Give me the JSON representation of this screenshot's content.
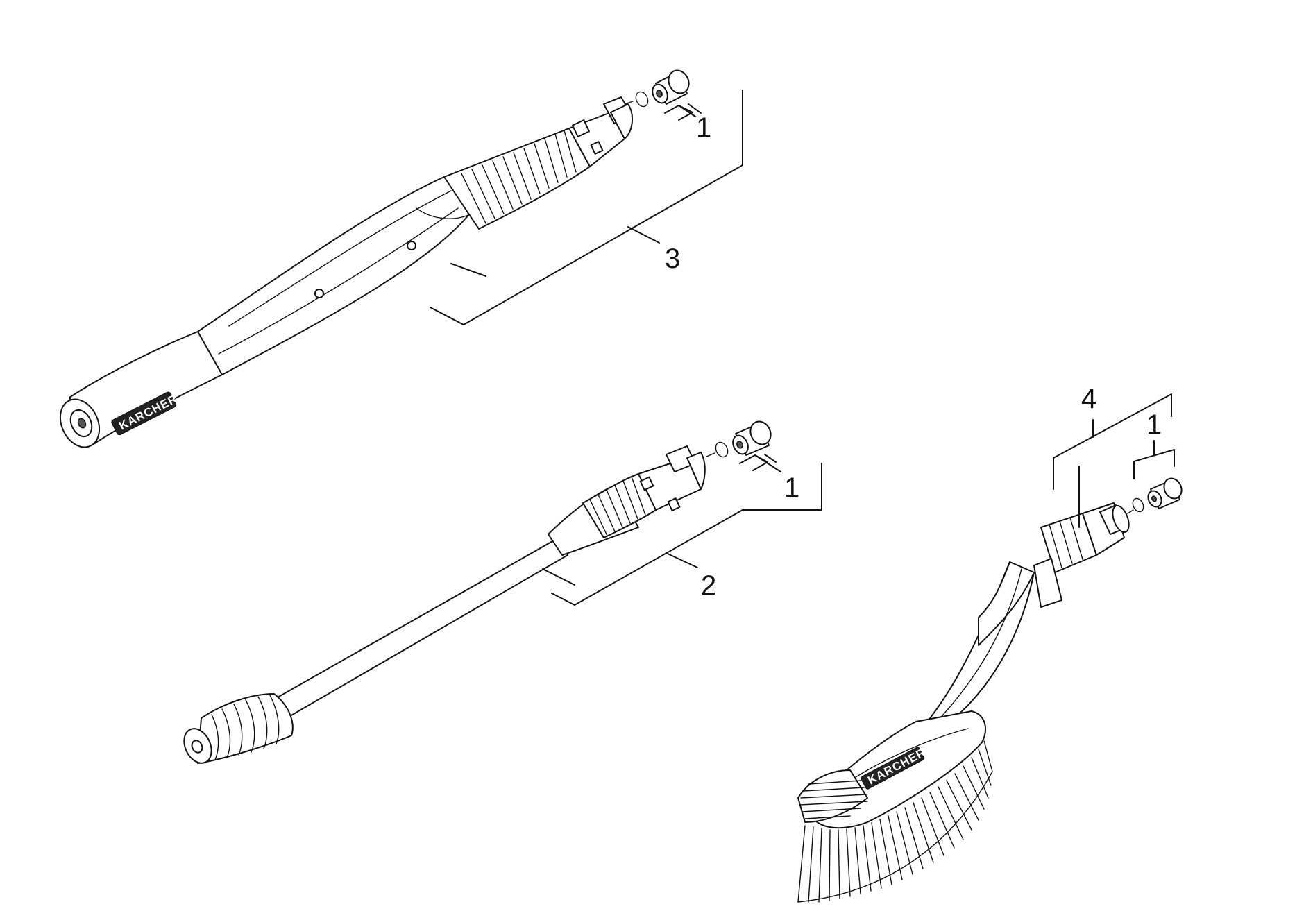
{
  "diagram": {
    "brand_text": "KARCHER",
    "colors": {
      "line": "#111111",
      "background": "#ffffff"
    },
    "callouts": [
      {
        "id": "lance-top-nozzle",
        "label": "1"
      },
      {
        "id": "lance-top",
        "label": "3"
      },
      {
        "id": "lance-middle-nozzle",
        "label": "1"
      },
      {
        "id": "lance-middle",
        "label": "2"
      },
      {
        "id": "brush-group",
        "label": "4"
      },
      {
        "id": "brush-nozzle",
        "label": "1"
      }
    ]
  }
}
